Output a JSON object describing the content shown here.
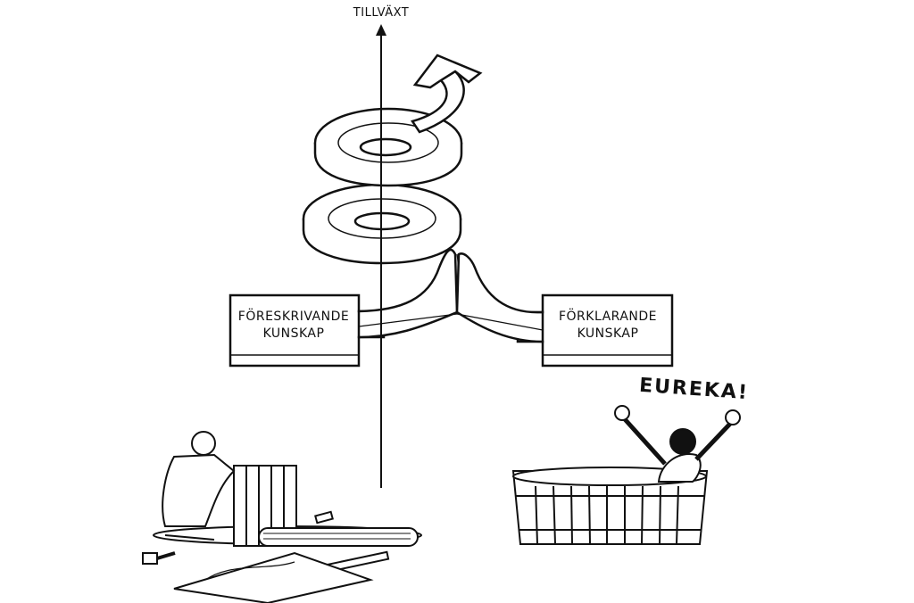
{
  "axis": {
    "label": "TILLVÄXT"
  },
  "boxes": {
    "left": {
      "line1": "FÖRESKRIVANDE",
      "line2": "KUNSKAP"
    },
    "right": {
      "line1": "FÖRKLARANDE",
      "line2": "KUNSKAP"
    }
  },
  "illustrations": {
    "left": {
      "description": "craftsman assembling a wooden barrel from staves, with hammer, plank and blueprint on floor"
    },
    "right": {
      "description": "bearded man in a wooden bathtub raising his arms",
      "exclamation": "EUREKA!"
    }
  },
  "colors": {
    "ink": "#111111",
    "background": "#ffffff"
  }
}
